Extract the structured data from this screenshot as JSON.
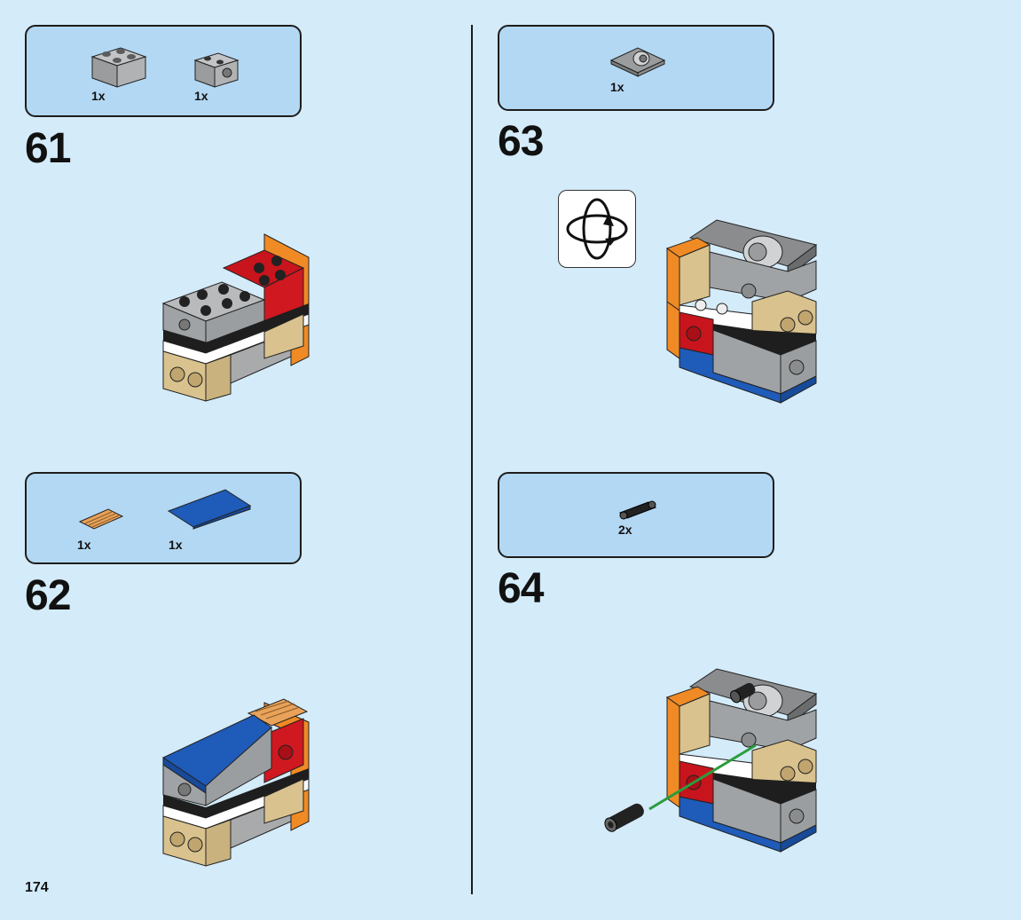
{
  "page_number": "174",
  "steps": [
    {
      "number": "61",
      "parts": [
        {
          "name": "grey-brick-2x2",
          "qty": "1x"
        },
        {
          "name": "grey-technic-brick-1x2-with-hole",
          "qty": "1x"
        }
      ]
    },
    {
      "number": "62",
      "parts": [
        {
          "name": "tan-grille-tile-1x2",
          "qty": "1x"
        },
        {
          "name": "blue-tile-2x4",
          "qty": "1x"
        }
      ]
    },
    {
      "number": "63",
      "parts": [
        {
          "name": "grey-plate-with-bearing",
          "qty": "1x"
        }
      ],
      "callout": "rotate-model-icon"
    },
    {
      "number": "64",
      "parts": [
        {
          "name": "black-technic-pin",
          "qty": "2x"
        }
      ]
    }
  ],
  "colors": {
    "background": "#d4ebf9",
    "parts_box": "#b3d8f3",
    "brick_grey": "#a0a3a5",
    "brick_red": "#c8141c",
    "brick_orange": "#f08a24",
    "brick_tan": "#d9c28e",
    "brick_blue": "#1f5bb8",
    "arrow_green": "#2a9d3c"
  }
}
